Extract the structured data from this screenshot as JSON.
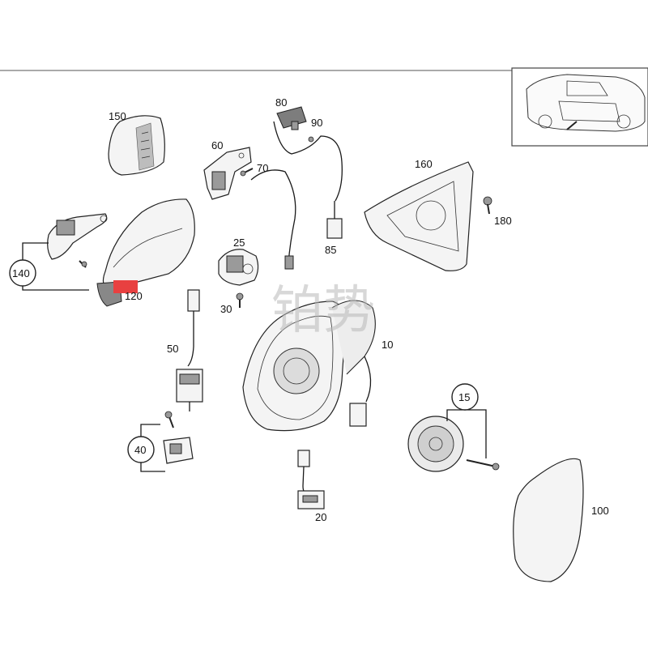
{
  "labels": {
    "l150": "150",
    "l80": "80",
    "l90": "90",
    "l60": "60",
    "l70": "70",
    "l160": "160",
    "l180": "180",
    "l140": "140",
    "l120": "120",
    "l25": "25",
    "l85": "85",
    "l30": "30",
    "l10": "10",
    "l50": "50",
    "l15": "15",
    "l40": "40",
    "l20": "20",
    "l100": "100"
  },
  "watermark": "铂势",
  "colors": {
    "highlight": "#e84040",
    "line": "#1a1a1a",
    "frame": "#444444"
  },
  "icons": {
    "inset": "car-location-icon"
  }
}
